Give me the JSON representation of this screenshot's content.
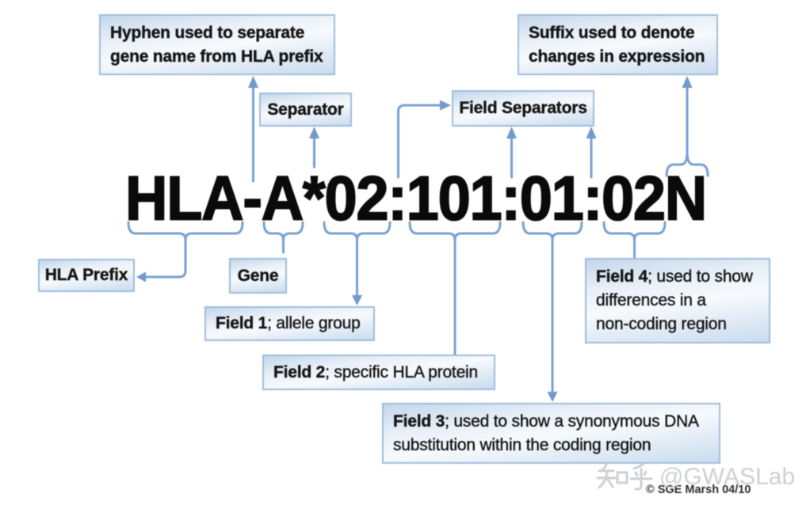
{
  "headline": {
    "text": "HLA-A*02:101:01:02N"
  },
  "callouts": {
    "hyphen": {
      "line1": "Hyphen used to separate",
      "line2": "gene name from HLA prefix"
    },
    "separator": {
      "label": "Separator"
    },
    "field_separators": {
      "label": "Field Separators"
    },
    "suffix": {
      "line1": "Suffix used to denote",
      "line2": "changes in expression"
    },
    "hla_prefix": {
      "label": "HLA Prefix"
    },
    "gene": {
      "label": "Gene"
    },
    "field1": {
      "bold": "Field 1",
      "rest": "; allele group"
    },
    "field2": {
      "bold": "Field 2",
      "rest": "; specific HLA protein"
    },
    "field3": {
      "bold": "Field 3",
      "rest_line1": "; used to show a synonymous DNA",
      "line2": "substitution within the coding region"
    },
    "field4": {
      "bold": "Field 4",
      "rest_line1": "; used to show",
      "line2": "differences in a",
      "line3": "non-coding region"
    }
  },
  "footer": {
    "watermark_brand": "知乎",
    "watermark_handle": "@GWASLab",
    "credit": "© SGE Marsh 04/10"
  },
  "colors": {
    "accent_line": "#78a1ce",
    "arrowhead": "#6f9ac9",
    "box_border": "#9fbcdc",
    "box_fill_top": "#c9dbee",
    "box_fill_middle": "#fdfefe",
    "box_fill_bottom": "#cddef0",
    "text": "#141414",
    "watermark": "#c7c9cf",
    "credit_text": "#2e2e33"
  }
}
